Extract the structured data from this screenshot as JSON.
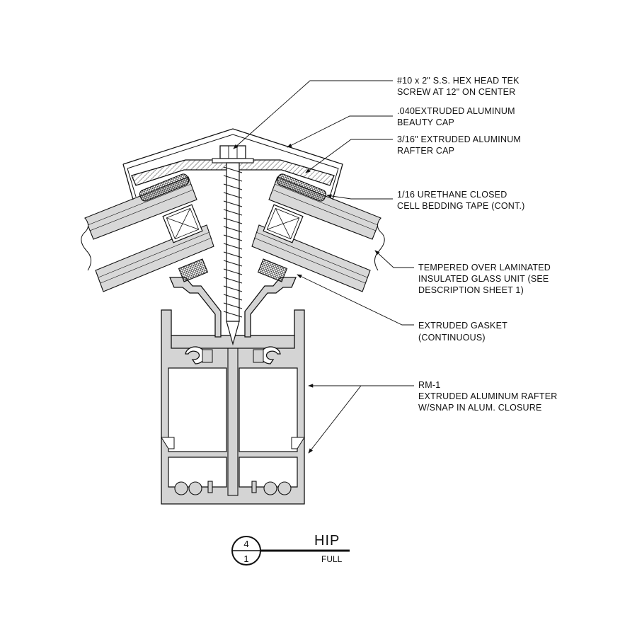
{
  "callouts": [
    {
      "line1": "#10 x 2\" S.S. HEX HEAD TEK",
      "line2": "SCREW AT 12\" ON CENTER"
    },
    {
      "line1": ".040EXTRUDED ALUMINUM",
      "line2": "BEAUTY CAP"
    },
    {
      "line1": "3/16\" EXTRUDED ALUMINUM",
      "line2": "RAFTER CAP"
    },
    {
      "line1": "1/16 URETHANE CLOSED",
      "line2": "CELL BEDDING TAPE (CONT.)"
    },
    {
      "line1": "TEMPERED OVER LAMINATED",
      "line2": "INSULATED GLASS UNIT (SEE",
      "line3": "DESCRIPTION  SHEET 1)"
    },
    {
      "line1": "EXTRUDED GASKET",
      "line2": "(CONTINUOUS)"
    },
    {
      "line1": "RM-1",
      "line2": "EXTRUDED ALUMINUM RAFTER",
      "line3": "W/SNAP IN ALUM. CLOSURE"
    }
  ],
  "title_block": {
    "detail_number": "4",
    "sheet_number": "1",
    "title": "HIP",
    "scale": "FULL"
  }
}
